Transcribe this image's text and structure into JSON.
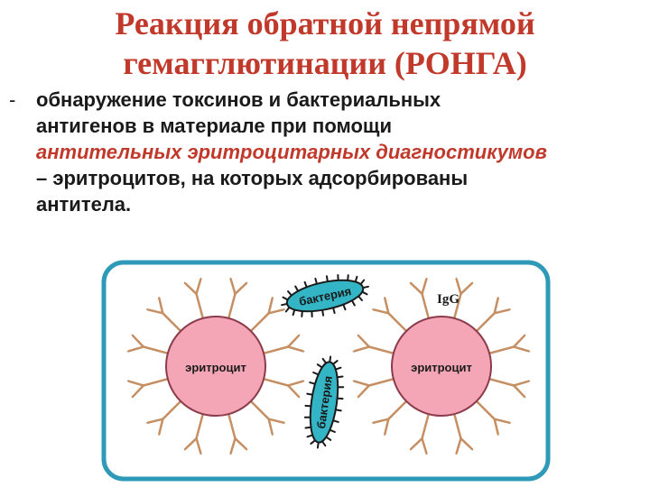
{
  "title": {
    "line1": "Реакция обратной непрямой",
    "line2": "гемагглютинации (РОНГА)"
  },
  "bullet": {
    "dash": "-",
    "line1": "обнаружение токсинов и бактериальных",
    "line2": "антигенов  в материале при помощи",
    "line3": "антительных эритроцитарных диагностикумов",
    "line4": "– эритроцитов, на которых адсорбированы",
    "line5": "антитела."
  },
  "diagram": {
    "cell_left_label": "эритроцит",
    "cell_right_label": "эритроцит",
    "bacterium_top_label": "бактерия",
    "bacterium_bottom_label": "бактерия",
    "antibody_label": "IgG",
    "colors": {
      "frame": "#2f9ab8",
      "cell_fill": "#f4a6b6",
      "cell_stroke": "#8c3b4a",
      "bacterium_fill": "#33b5c6",
      "antibody": "#c58f63"
    }
  }
}
